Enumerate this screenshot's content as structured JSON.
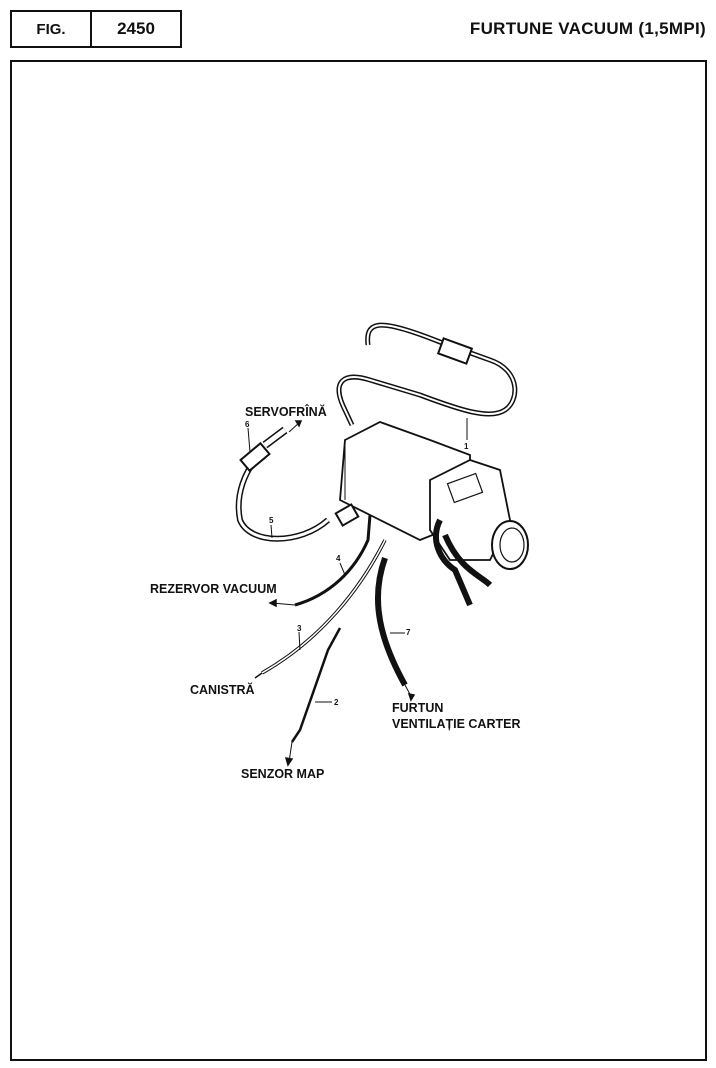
{
  "header": {
    "fig_label": "FIG.",
    "fig_number": "2450",
    "title": "FURTUNE VACUUM (1,5MPI)"
  },
  "labels": {
    "servofrina": "SERVOFRÎNĂ",
    "rezervor_vacuum": "REZERVOR VACUUM",
    "canistra": "CANISTRĂ",
    "senzor_map": "SENZOR MAP",
    "furtun_line1": "FURTUN",
    "furtun_line2": "VENTILAȚIE CARTER"
  },
  "part_numbers": [
    "1",
    "2",
    "3",
    "4",
    "5",
    "6",
    "7"
  ]
}
